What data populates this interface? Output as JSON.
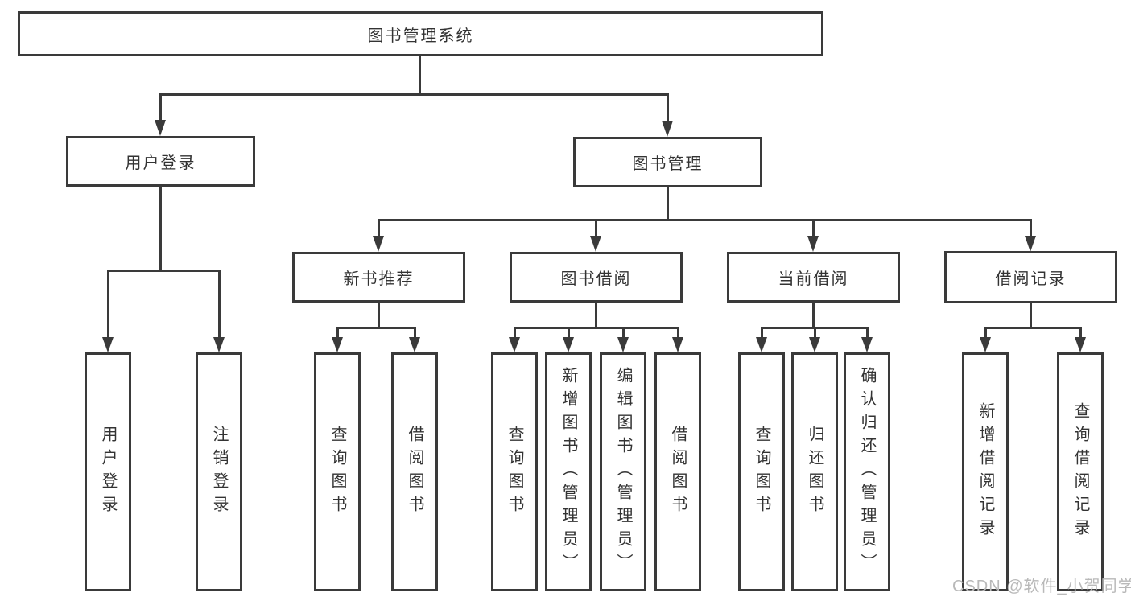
{
  "colors": {
    "line": "#3a3a3a",
    "text": "#333333",
    "background": "#ffffff",
    "watermark": "#b9b9b9"
  },
  "watermark": "CSDN @软件_小贺同学",
  "tree": {
    "root": {
      "label": "图书管理系统",
      "children": [
        {
          "label": "用户登录",
          "children": [
            {
              "label": "用户登录"
            },
            {
              "label": "注销登录"
            }
          ]
        },
        {
          "label": "图书管理",
          "children": [
            {
              "label": "新书推荐",
              "children": [
                {
                  "label": "查询图书"
                },
                {
                  "label": "借阅图书"
                }
              ]
            },
            {
              "label": "图书借阅",
              "children": [
                {
                  "label": "查询图书"
                },
                {
                  "label": "新增图书（管理员）"
                },
                {
                  "label": "编辑图书（管理员）"
                },
                {
                  "label": "借阅图书"
                }
              ]
            },
            {
              "label": "当前借阅",
              "children": [
                {
                  "label": "查询图书"
                },
                {
                  "label": "归还图书"
                },
                {
                  "label": "确认归还（管理员）"
                }
              ]
            },
            {
              "label": "借阅记录",
              "children": [
                {
                  "label": "新增借阅记录"
                },
                {
                  "label": "查询借阅记录"
                }
              ]
            }
          ]
        }
      ]
    }
  }
}
